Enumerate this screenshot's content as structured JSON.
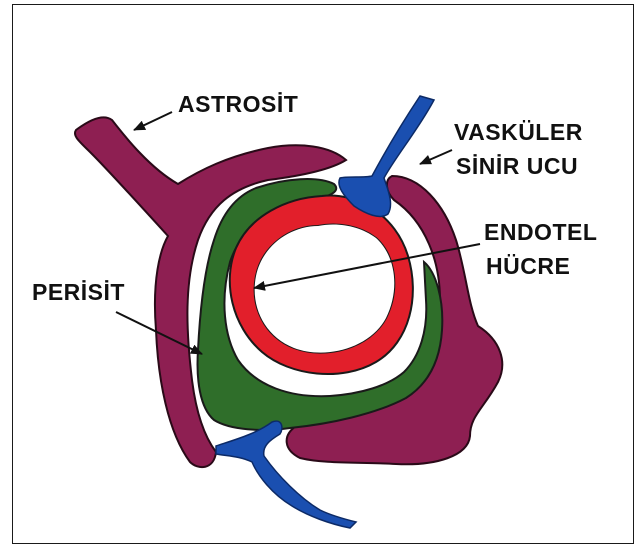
{
  "labels": {
    "astrocyte": "ASTROSİT",
    "vascular_nerve_line1": "VASKÜLER",
    "vascular_nerve_line2": "SİNİR UCU",
    "endothelial_line1": "ENDOTEL",
    "endothelial_line2": "HÜCRE",
    "pericyte": "PERİSİT"
  },
  "colors": {
    "astrocyte": "#8e1f52",
    "pericyte": "#2f6e2a",
    "endothelium": "#e21f2b",
    "nerve": "#1a4fb0",
    "outline": "#1a1a1a"
  }
}
